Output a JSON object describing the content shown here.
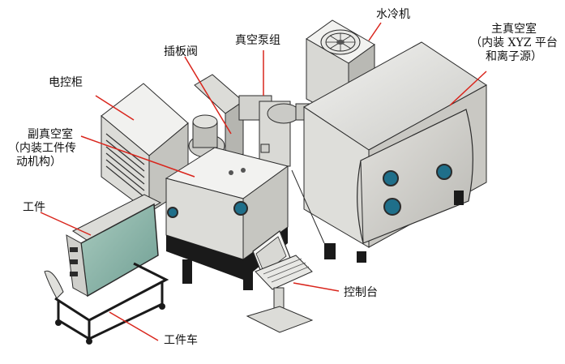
{
  "colors": {
    "leader_line": "#d9251c",
    "metal_light": "#e9e9e7",
    "metal_mid": "#cfcfcb",
    "metal_dark": "#8d8d88",
    "outline": "#2b2b2b",
    "glass": "#8fb8ad",
    "viewport": "#1f6f8a",
    "frame_black": "#1a1a1a"
  },
  "labels": {
    "water_chiller": "水冷机",
    "vacuum_pump_group": "真空泵组",
    "gate_valve": "插板阀",
    "electric_cabinet": "电控柜",
    "main_chamber_line1": "主真空室",
    "main_chamber_line2": "（内装 XYZ 平台",
    "main_chamber_line3": "和离子源）",
    "aux_chamber_line1": "副真空室",
    "aux_chamber_line2": "（内装工件传",
    "aux_chamber_line3": "动机构）",
    "workpiece": "工件",
    "control_console": "控制台",
    "workpiece_cart": "工件车"
  }
}
